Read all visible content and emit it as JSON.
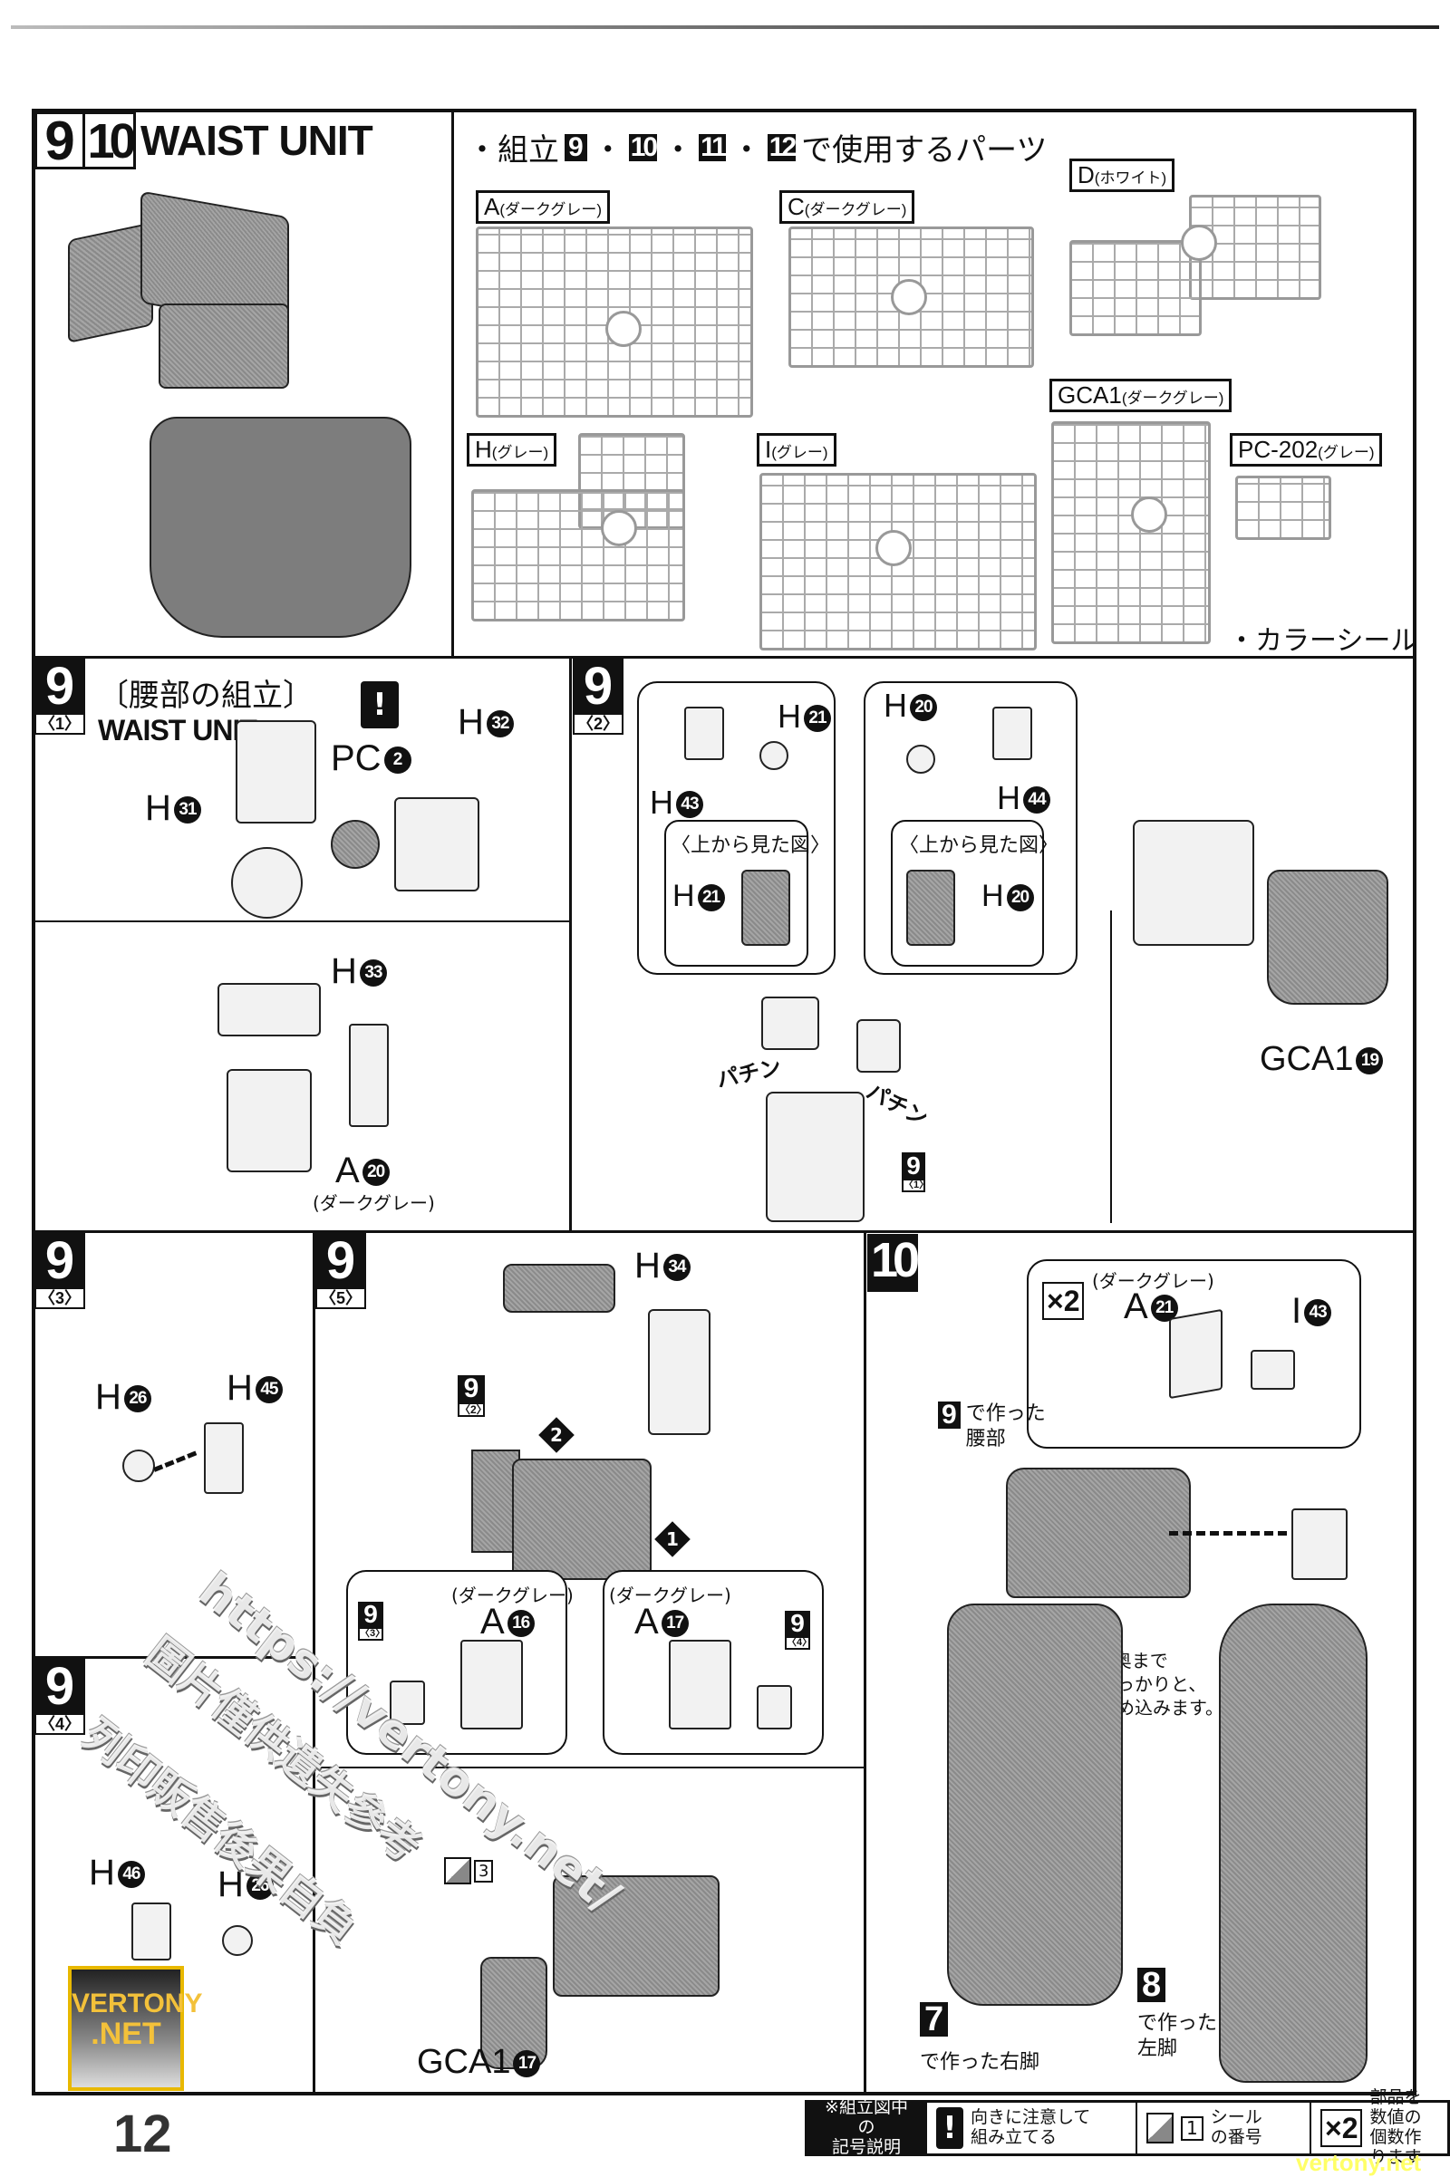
{
  "page": {
    "number": "12"
  },
  "header": {
    "steps": [
      "9",
      "10"
    ],
    "title": "WAIST UNIT",
    "parts_used_heading": "・組立",
    "parts_used_steps": [
      "9",
      "10",
      "11",
      "12"
    ],
    "parts_used_suffix": "で使用するパーツ",
    "color_sticker_label": "・カラーシール"
  },
  "runners": [
    {
      "id": "A",
      "color": "(ダークグレー)"
    },
    {
      "id": "C",
      "color": "(ダークグレー)"
    },
    {
      "id": "D",
      "color": "(ホワイト)"
    },
    {
      "id": "GCA1",
      "color": "(ダークグレー)"
    },
    {
      "id": "H",
      "color": "(グレー)"
    },
    {
      "id": "I",
      "color": "(グレー)"
    },
    {
      "id": "PC-202",
      "color": "(グレー)"
    }
  ],
  "step9_1": {
    "step": "9",
    "sub": "〈1〉",
    "title_jp": "〔腰部の組立〕",
    "title_en": "WAIST UNIT",
    "caution_icon": "!",
    "parts": [
      {
        "runner": "H",
        "num": "31"
      },
      {
        "runner": "PC",
        "num": "2"
      },
      {
        "runner": "H",
        "num": "32"
      },
      {
        "runner": "H",
        "num": "33"
      },
      {
        "runner": "A",
        "num": "20",
        "color": "(ダークグレー)"
      }
    ]
  },
  "step9_2": {
    "step": "9",
    "sub": "〈2〉",
    "left_callout": {
      "parts": [
        {
          "runner": "H",
          "num": "21"
        },
        {
          "runner": "H",
          "num": "43"
        }
      ],
      "top_view_label": "〈上から見た図〉",
      "top_view_part": {
        "runner": "H",
        "num": "21"
      }
    },
    "right_callout": {
      "parts": [
        {
          "runner": "H",
          "num": "20"
        },
        {
          "runner": "H",
          "num": "44"
        }
      ],
      "top_view_label": "〈上から見た図〉",
      "top_view_part": {
        "runner": "H",
        "num": "20"
      }
    },
    "snap_sound_1": "パチン",
    "snap_sound_2": "パチン",
    "ref_step": "9",
    "ref_sub": "〈1〉",
    "side_part": {
      "runner": "GCA1",
      "num": "19"
    }
  },
  "step9_3": {
    "step": "9",
    "sub": "〈3〉",
    "parts": [
      {
        "runner": "H",
        "num": "26"
      },
      {
        "runner": "H",
        "num": "45"
      }
    ]
  },
  "step9_4": {
    "step": "9",
    "sub": "〈4〉",
    "parts": [
      {
        "runner": "H",
        "num": "46"
      },
      {
        "runner": "H",
        "num": "26"
      }
    ]
  },
  "step9_5": {
    "step": "9",
    "sub": "〈5〉",
    "top_part": {
      "runner": "H",
      "num": "34"
    },
    "ref_step": "9",
    "ref_sub": "〈2〉",
    "order_1": "1",
    "order_2": "2",
    "left_callout": {
      "ref_step": "9",
      "ref_sub": "〈3〉",
      "color": "(ダークグレー)",
      "part": {
        "runner": "A",
        "num": "16"
      }
    },
    "right_callout": {
      "ref_step": "9",
      "ref_sub": "〈4〉",
      "color": "(ダークグレー)",
      "part": {
        "runner": "A",
        "num": "17"
      }
    },
    "sticker_num": "3",
    "bottom_part": {
      "runner": "GCA1",
      "num": "17"
    }
  },
  "step10": {
    "step": "10",
    "callout": {
      "multiplier": "×2",
      "color": "(ダークグレー)",
      "parts": [
        {
          "runner": "A",
          "num": "21"
        },
        {
          "runner": "I",
          "num": "43"
        }
      ]
    },
    "waist_ref_step": "9",
    "waist_label_1": "で作った",
    "waist_label_2": "腰部",
    "note": [
      "※奥まで",
      "しっかりと、",
      "はめ込みます。"
    ],
    "right_leg_step": "7",
    "right_leg_label": "で作った右脚",
    "left_leg_step": "8",
    "left_leg_label_1": "で作った",
    "left_leg_label_2": "左脚"
  },
  "legend": {
    "heading": [
      "※組立図中の",
      "記号説明"
    ],
    "items": [
      {
        "icon": "!",
        "text": [
          "向きに注意して",
          "組み立てる"
        ]
      },
      {
        "icon": "1",
        "text": [
          "シール",
          "の番号"
        ]
      },
      {
        "icon": "×2",
        "text": [
          "部品を数値の",
          "個数作ります"
        ]
      }
    ]
  },
  "watermarks": {
    "url": "https://vertony.net/",
    "line1": "圖片僅供遺失參考",
    "line2": "列印販售後果自負",
    "badge": [
      "VERTONY",
      ".NET"
    ],
    "corner": "vertony.net"
  }
}
